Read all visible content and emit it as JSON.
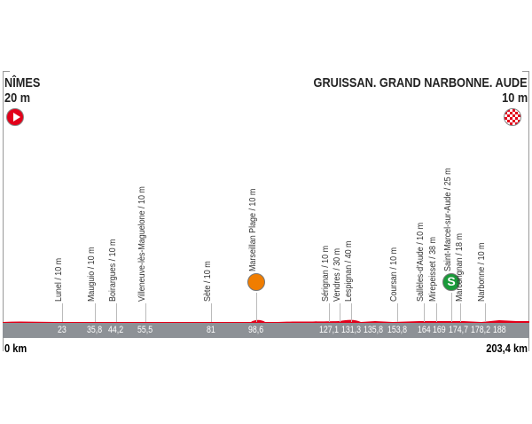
{
  "start": {
    "name": "NÎMES",
    "altitude": "20 m",
    "icon": "start-arrow-icon",
    "color": "#e2001a"
  },
  "finish": {
    "name": "GRUISSAN. GRAND NARBONNE. AUDE",
    "altitude": "10 m",
    "icon": "checkered-flag-icon"
  },
  "distance": {
    "start_label": "0 km",
    "end_label": "203,4 km",
    "total_km": 203.4
  },
  "colors": {
    "profile": "#e2001a",
    "band": "#8d9196",
    "sprint": "#1a9a3a",
    "feed": "#f07d00"
  },
  "places": [
    {
      "name": "Lunel / 10 m",
      "km": 23,
      "km_label": "23"
    },
    {
      "name": "Mauguio / 10 m",
      "km": 35.8,
      "km_label": "35,8"
    },
    {
      "name": "Boirargues / 10 m",
      "km": 44.2,
      "km_label": "44,2"
    },
    {
      "name": "Villeneuve-lès-Maguelone / 10 m",
      "km": 55.5,
      "km_label": "55,5"
    },
    {
      "name": "Sète / 10 m",
      "km": 81,
      "km_label": "81"
    },
    {
      "name": "Marseillan Plage / 10 m",
      "km": 98.6,
      "km_label": "98,6",
      "badge": "feed-zone-icon"
    },
    {
      "name": "Sérignan / 10 m",
      "km": 127.1,
      "km_label": "127,1"
    },
    {
      "name": "Vendres / 30 m",
      "km": 131.3,
      "km_label": "131,3"
    },
    {
      "name": "Lespignan / 40 m",
      "km": 135.8,
      "km_label": "135,8"
    },
    {
      "name": "Coursan / 10 m",
      "km": 153.8,
      "km_label": "153,8"
    },
    {
      "name": "Sallèles-d'Aude / 10 m",
      "km": 164,
      "km_label": "164"
    },
    {
      "name": "Mirepeisset / 38 m",
      "km": 169,
      "km_label": "169"
    },
    {
      "name": "Saint-Marcel-sur-Aude / 25 m",
      "km": 174.7,
      "km_label": "174,7",
      "badge": "sprint-icon",
      "badge_text": "S"
    },
    {
      "name": "Marcorignan / 18 m",
      "km": 178.2,
      "km_label": "178,2"
    },
    {
      "name": "Narbonne / 10 m",
      "km": 188,
      "km_label": "188"
    }
  ]
}
